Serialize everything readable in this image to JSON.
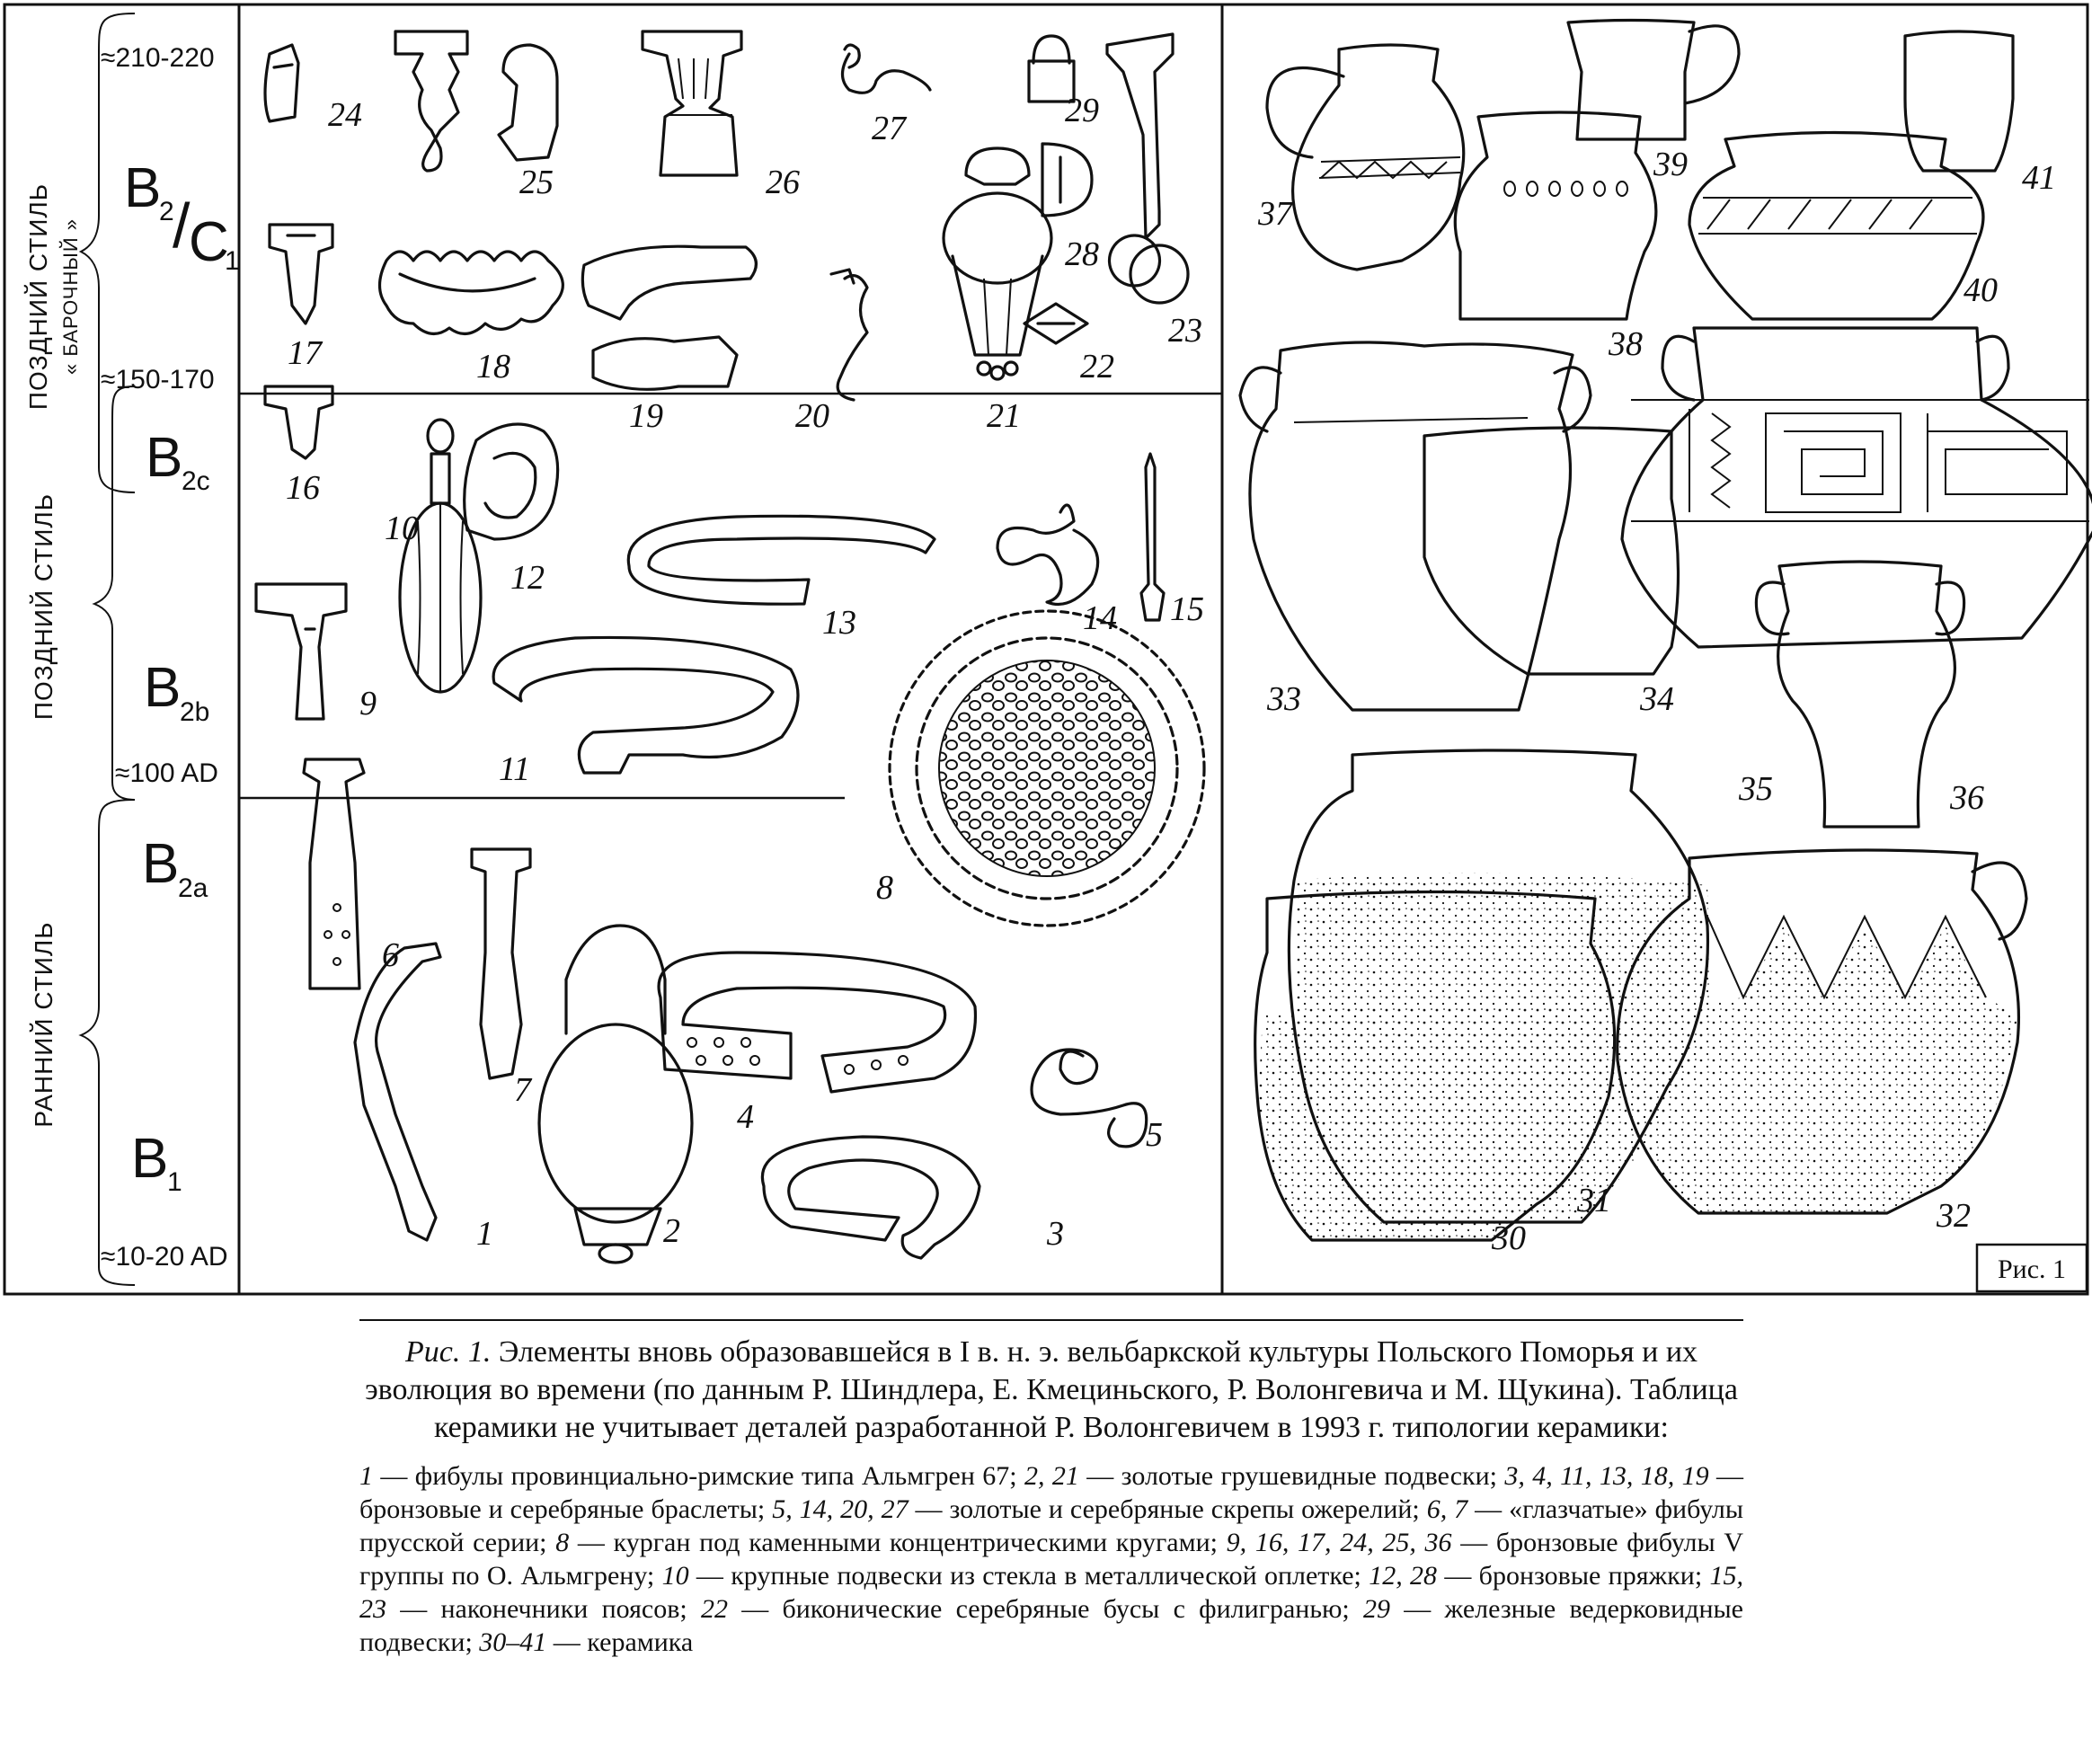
{
  "figure": {
    "side_labels": {
      "late_baroque_1": "ПОЗДНИЙ СТИЛЬ",
      "late_baroque_2": "« БАРОЧНЫЙ »",
      "late": "ПОЗДНИЙ СТИЛЬ",
      "early": "РАННИЙ СТИЛЬ"
    },
    "dates": {
      "d1": "≈210-220",
      "d2": "≈150-170",
      "d3": "≈100 AD",
      "d4": "≈10-20 AD"
    },
    "phases": {
      "b2c1": {
        "main": "B",
        "sub": "2",
        "slash": "/",
        "c": "C",
        "csub": "1"
      },
      "b2c": {
        "main": "B",
        "sub": "2c"
      },
      "b2b": {
        "main": "B",
        "sub": "2b"
      },
      "b2a": {
        "main": "B",
        "sub": "2a"
      },
      "b1": {
        "main": "B",
        "sub": "1"
      }
    },
    "label": "Рис. 1",
    "item_numbers": [
      "1",
      "2",
      "3",
      "4",
      "5",
      "6",
      "7",
      "8",
      "9",
      "10",
      "11",
      "12",
      "13",
      "14",
      "15",
      "16",
      "17",
      "18",
      "19",
      "20",
      "21",
      "22",
      "23",
      "24",
      "25",
      "26",
      "27",
      "28",
      "29",
      "30",
      "31",
      "32",
      "33",
      "34",
      "35",
      "36",
      "37",
      "38",
      "39",
      "40",
      "41"
    ]
  },
  "caption": {
    "prefix": "Рис. 1.",
    "text": " Элементы вновь образовавшейся в I в. н. э. вельбаркской культуры Польского Поморья и их эволюция во времени (по данным Р. Шиндлера, Е. Кмециньского, Р. Волонгевича и М. Щукина). Таблица керамики не учитывает деталей разработанной Р. Волонгевичем в 1993 г. типологии керамики:",
    "legend": [
      {
        "nums": "1",
        "text": " — фибулы провинциально-римские типа Альмгрен 67; "
      },
      {
        "nums": "2, 21",
        "text": " — золотые грушевидные подвески; "
      },
      {
        "nums": "3, 4, 11, 13, 18, 19",
        "text": " — бронзовые и серебряные браслеты; "
      },
      {
        "nums": "5, 14, 20, 27",
        "text": " — золотые и серебряные скрепы ожерелий; "
      },
      {
        "nums": "6, 7",
        "text": " — «глазчатые» фибулы прусской серии; "
      },
      {
        "nums": "8",
        "text": " — курган под каменными концентрическими кругами; "
      },
      {
        "nums": "9, 16, 17, 24, 25, 36",
        "text": " — бронзовые фибулы V группы по О. Альмгрену; "
      },
      {
        "nums": "10",
        "text": " — крупные подвески из стекла в металлической оплетке; "
      },
      {
        "nums": "12, 28",
        "text": " — бронзовые пряжки; "
      },
      {
        "nums": "15, 23",
        "text": " — наконечники поясов; "
      },
      {
        "nums": "22",
        "text": " — биконические серебряные бусы с филигранью; "
      },
      {
        "nums": "29",
        "text": " — железные ведерковидные подвески; "
      },
      {
        "nums": "30–41",
        "text": " — керамика"
      }
    ]
  }
}
